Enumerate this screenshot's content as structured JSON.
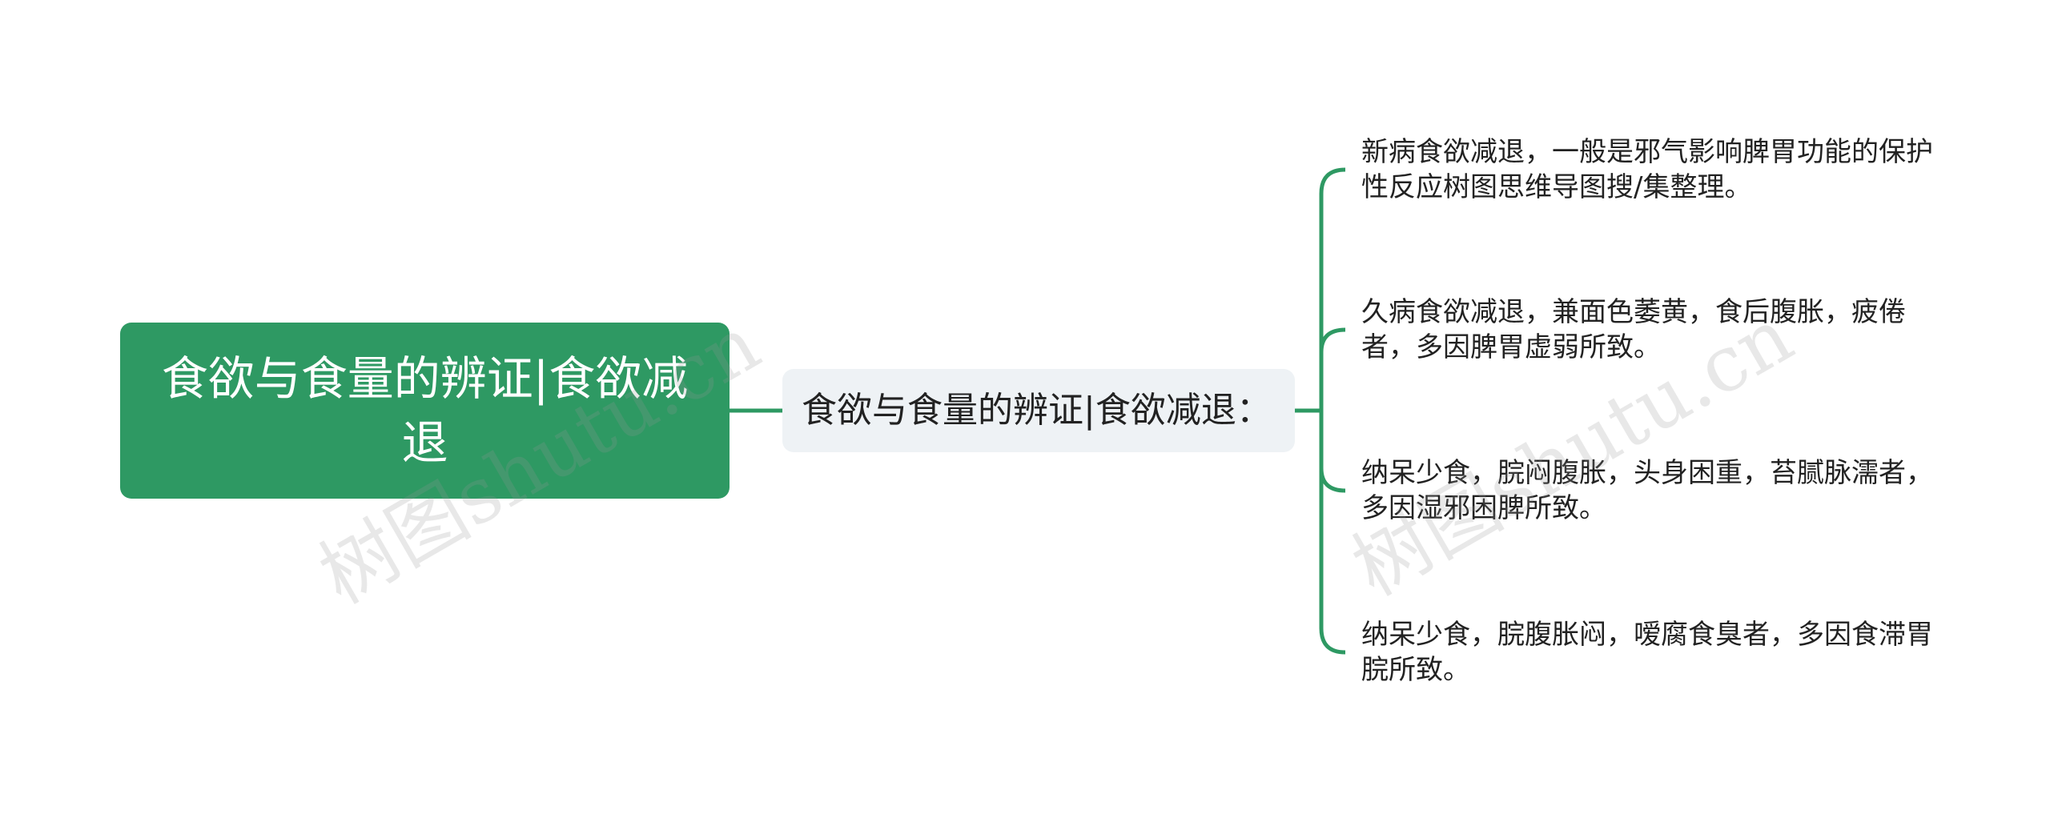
{
  "root": {
    "text": "食欲与食量的辨证|食欲减退"
  },
  "branch": {
    "text": "食欲与食量的辨证|食欲减退："
  },
  "leaves": [
    {
      "text": "新病食欲减退，一般是邪气影响脾胃功能的保护性反应树图思维导图搜/集整理。"
    },
    {
      "text": "久病食欲减退，兼面色萎黄，食后腹胀，疲倦者，多因脾胃虚弱所致。"
    },
    {
      "text": "纳呆少食，脘闷腹胀，头身困重，苔腻脉濡者，多因湿邪困脾所致。"
    },
    {
      "text": "纳呆少食，脘腹胀闷，嗳腐食臭者，多因食滞胃脘所致。"
    }
  ],
  "watermark": {
    "text": "树图shutu.cn"
  },
  "colors": {
    "root_fill": "#2e9963",
    "branch_fill": "#eef2f5",
    "connector": "#2e9963"
  }
}
